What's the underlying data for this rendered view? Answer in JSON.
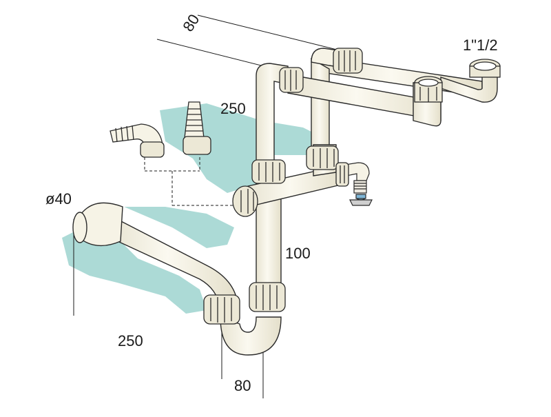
{
  "labels": {
    "top_80": "80",
    "top_250": "250",
    "thread_size": "1\"1/2",
    "diameter": "ø40",
    "vertical_100": "100",
    "bottom_250": "250",
    "bottom_80": "80"
  },
  "colors": {
    "pipe_fill": "#f6f3e6",
    "pipe_stroke": "#2a2a2a",
    "shadow": "#a8d8d4",
    "nut_fill": "#ece8d6",
    "line": "#1a1a1a",
    "accent_blue": "#7fb6d6"
  }
}
